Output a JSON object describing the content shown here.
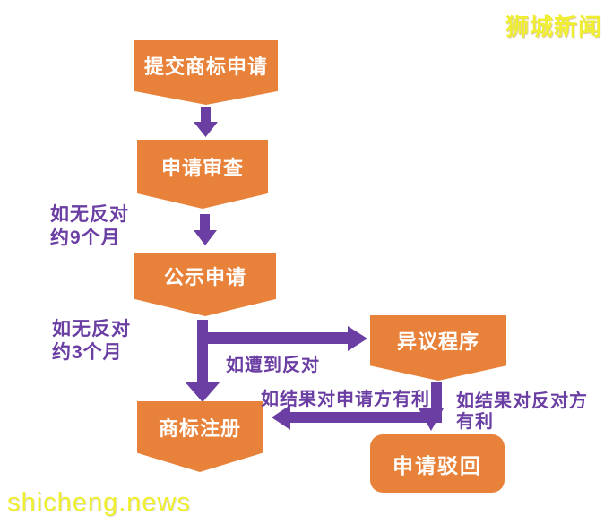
{
  "brand": {
    "site_name": "狮城新闻",
    "watermark": "shicheng.news"
  },
  "colors": {
    "node_fill": "#E8823A",
    "connector": "#6B3EA3",
    "node_text": "#FFFFFF",
    "watermark_text": "#EFEF2F",
    "background": "#FFFFFF"
  },
  "flowchart": {
    "nodes": {
      "submit": {
        "label": "提交商标申请",
        "shape": "banner"
      },
      "review": {
        "label": "申请审查",
        "shape": "banner"
      },
      "publish": {
        "label": "公示申请",
        "shape": "banner"
      },
      "opposition": {
        "label": "异议程序",
        "shape": "banner"
      },
      "register": {
        "label": "商标注册",
        "shape": "banner"
      },
      "reject": {
        "label": "申请驳回",
        "shape": "rounded"
      }
    },
    "edge_labels": {
      "review_wait": {
        "line1": "如无反对",
        "line2": "约9个月"
      },
      "publish_wait": {
        "line1": "如无反对",
        "line2": "约3个月"
      },
      "if_opposed": "如遭到反对",
      "favor_applicant": "如结果对申请方有利",
      "favor_opponent": {
        "line1": "如结果对反对方",
        "line2": "有利"
      }
    },
    "edges": [
      {
        "from": "submit",
        "to": "review"
      },
      {
        "from": "review",
        "to": "publish",
        "label": "如无反对 约9个月"
      },
      {
        "from": "publish",
        "to": "register",
        "label": "如无反对 约3个月"
      },
      {
        "from": "publish",
        "to": "opposition",
        "label": "如遭到反对"
      },
      {
        "from": "opposition",
        "to": "register",
        "label": "如结果对申请方有利"
      },
      {
        "from": "opposition",
        "to": "reject",
        "label": "如结果对反对方有利"
      }
    ]
  }
}
